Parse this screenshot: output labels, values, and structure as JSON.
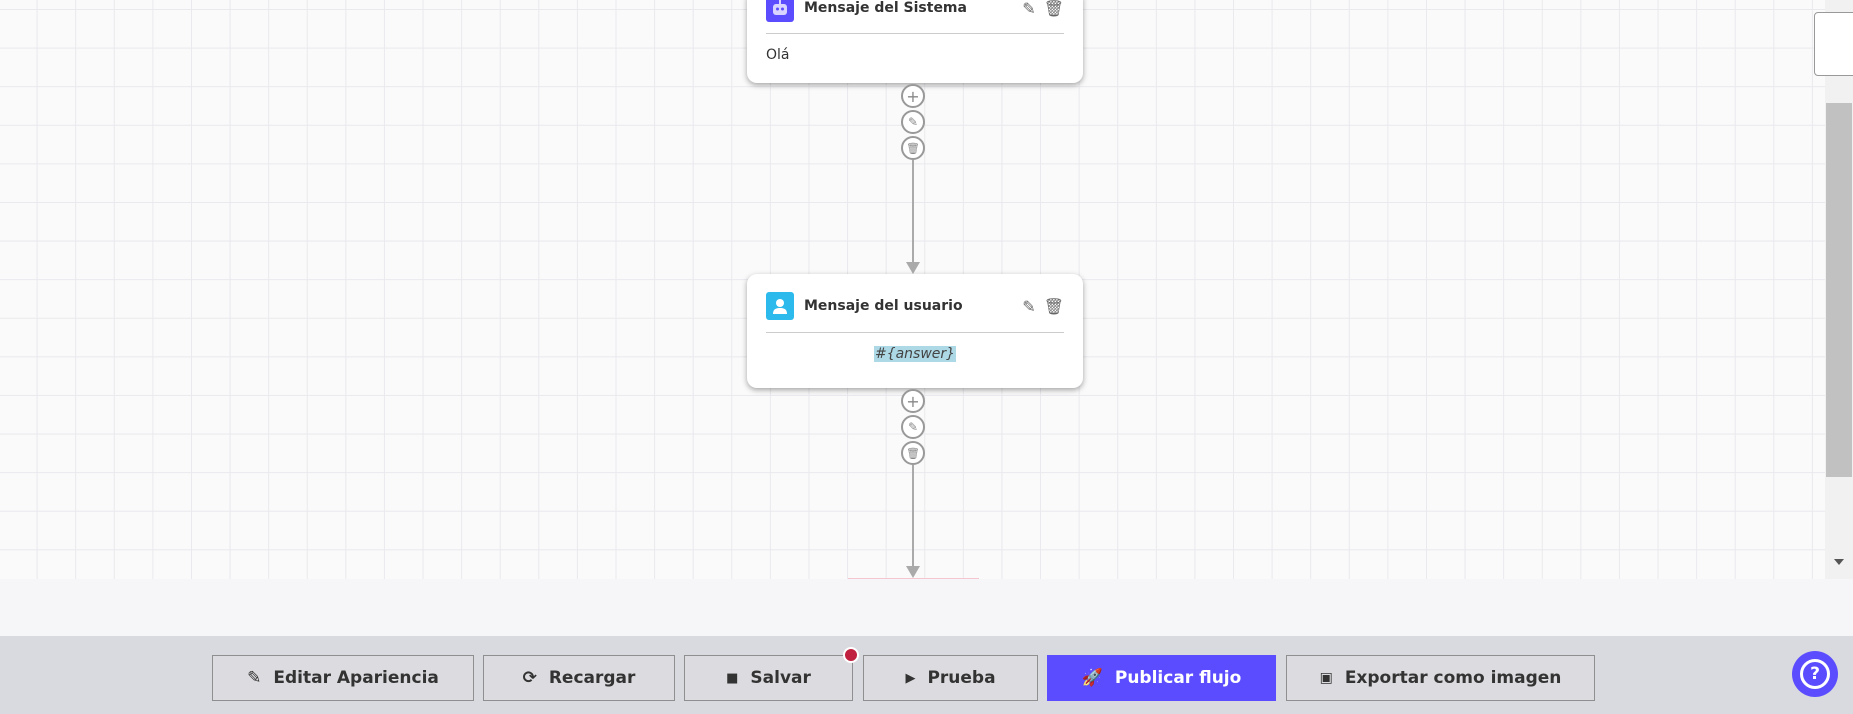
{
  "nodes": [
    {
      "title": "Mensaje del Sistema",
      "body": "Olá",
      "icon": "robot-icon",
      "color": "#5b4dff"
    },
    {
      "title": "Mensaje del usuario",
      "body": "#{answer}",
      "icon": "user-icon",
      "color": "#2cbaec"
    }
  ],
  "toolbar": {
    "edit": "Editar Apariencia",
    "reload": "Recargar",
    "save": "Salvar",
    "test": "Prueba",
    "publish": "Publicar flujo",
    "export": "Exportar como imagen"
  },
  "colors": {
    "accent": "#5b4dff",
    "unsaved_dot": "#c0213f"
  }
}
